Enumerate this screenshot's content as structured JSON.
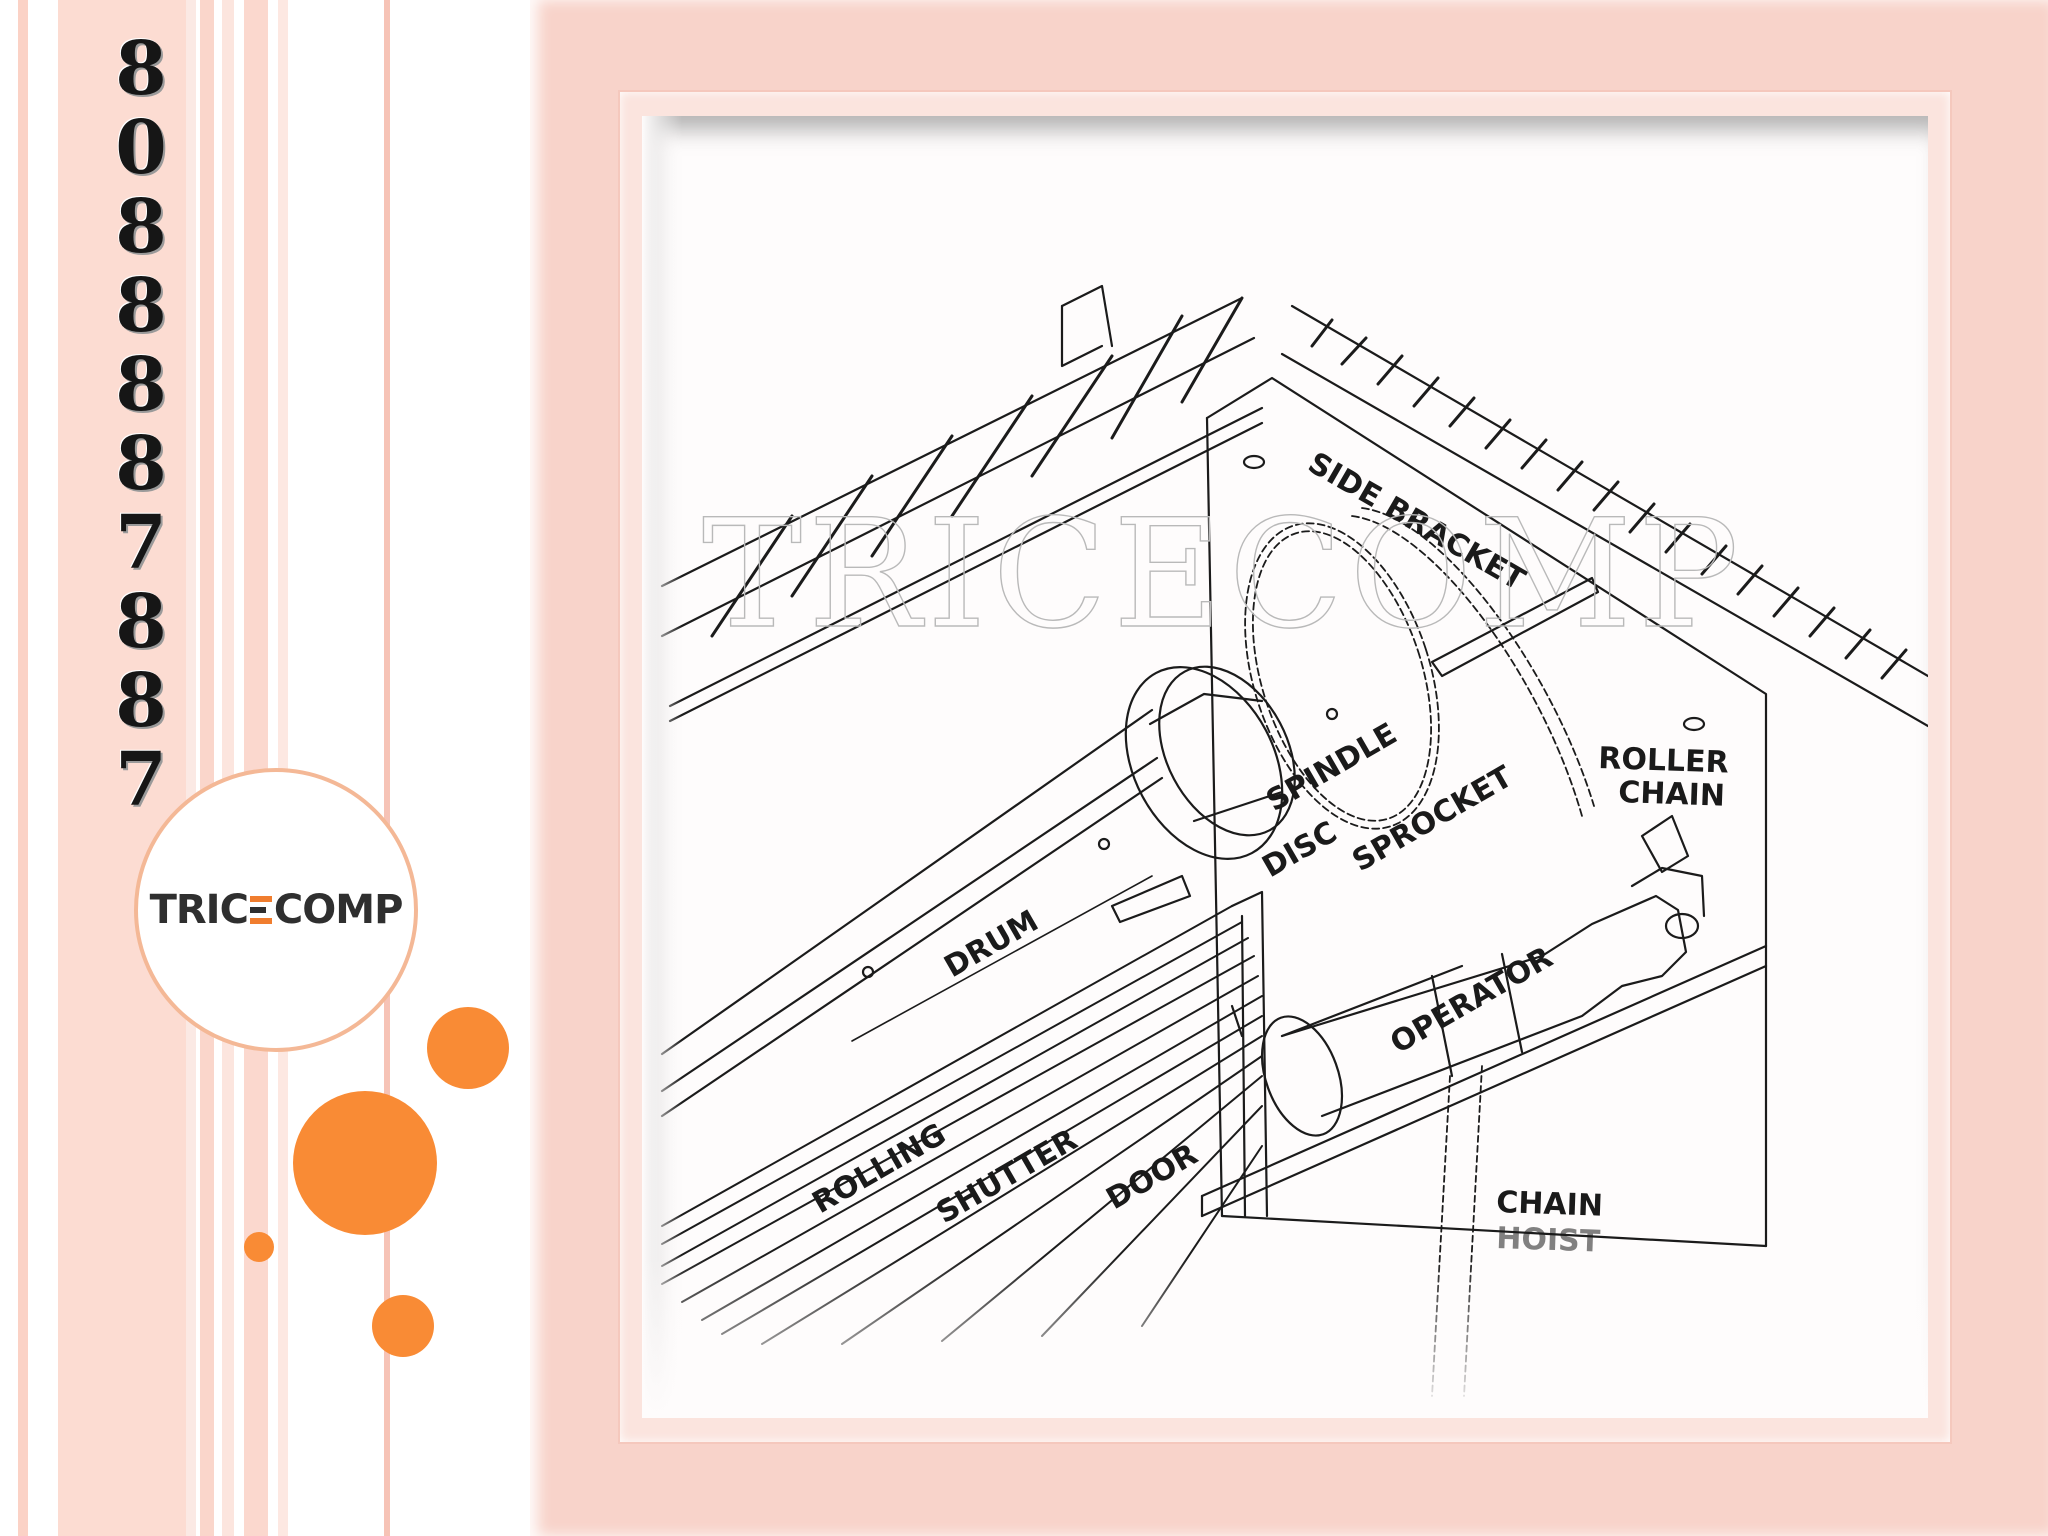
{
  "phone_digits": [
    "8",
    "0",
    "8",
    "8",
    "8",
    "8",
    "7",
    "8",
    "8",
    "7"
  ],
  "logo": {
    "text_left": "TRIC",
    "text_right": "COMP",
    "accent": "#f07d2e"
  },
  "diagram": {
    "watermark": "TRICECOMP",
    "labels": {
      "side_bracket": "SIDE BRACKET",
      "roller": "ROLLER",
      "chain": "CHAIN",
      "spindle": "SPINDLE",
      "sprocket": "SPROCKET",
      "disc": "DISC",
      "drum": "DRUM",
      "operator": "OPERATOR",
      "rolling": "ROLLING",
      "shutter": "SHUTTER",
      "door": "DOOR",
      "chain_hoist_1": "CHAIN",
      "chain_hoist_2": "HOIST"
    }
  },
  "colors": {
    "frame": "#f8d3ca",
    "dots": "#f98b35",
    "stripe": "#fbd7cc"
  }
}
